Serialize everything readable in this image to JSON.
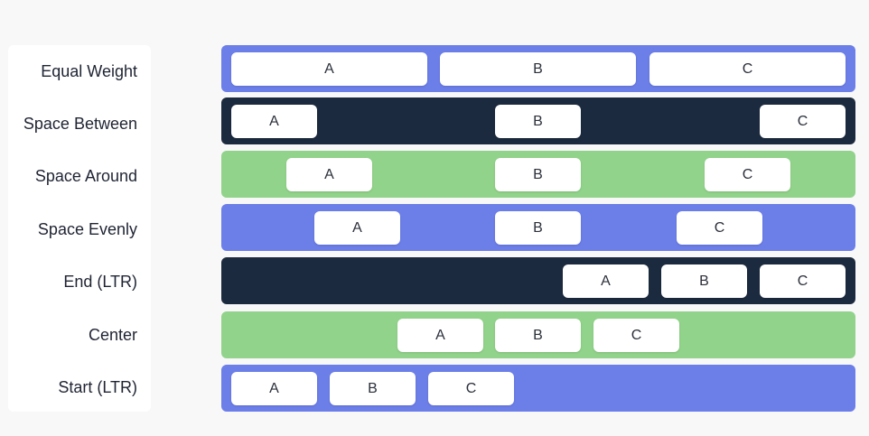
{
  "rows": [
    {
      "label": "Equal Weight",
      "color": "#6c7ee8",
      "items": [
        "A",
        "B",
        "C"
      ]
    },
    {
      "label": "Space Between",
      "color": "#1c2a3f",
      "items": [
        "A",
        "B",
        "C"
      ]
    },
    {
      "label": "Space Around",
      "color": "#91d38a",
      "items": [
        "A",
        "B",
        "C"
      ]
    },
    {
      "label": "Space Evenly",
      "color": "#6c7ee8",
      "items": [
        "A",
        "B",
        "C"
      ]
    },
    {
      "label": "End (LTR)",
      "color": "#1c2a3f",
      "items": [
        "A",
        "B",
        "C"
      ]
    },
    {
      "label": "Center",
      "color": "#91d38a",
      "items": [
        "A",
        "B",
        "C"
      ]
    },
    {
      "label": "Start (LTR)",
      "color": "#6c7ee8",
      "items": [
        "A",
        "B",
        "C"
      ]
    }
  ]
}
